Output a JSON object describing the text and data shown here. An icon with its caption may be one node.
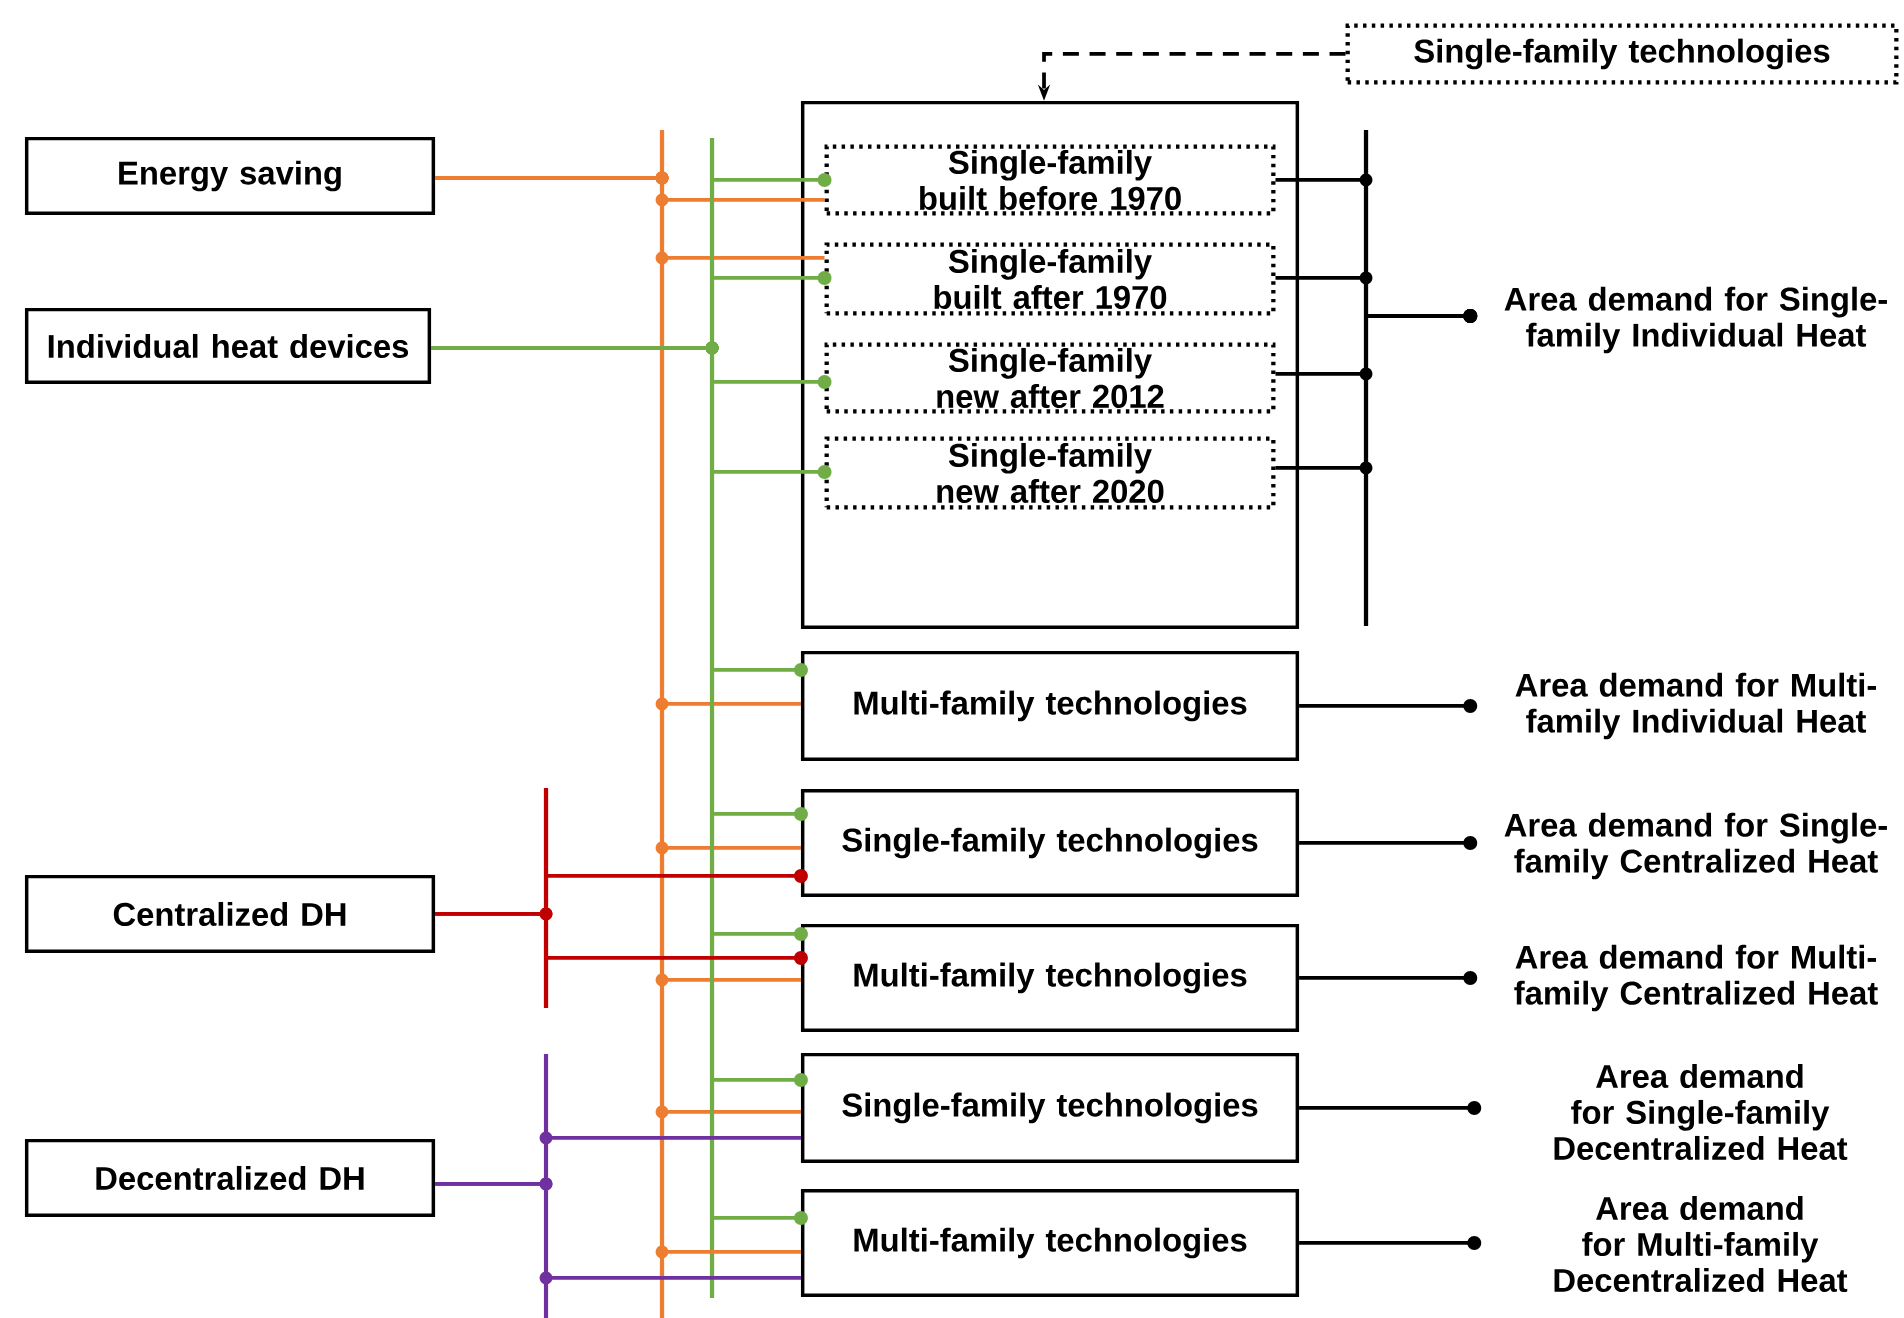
{
  "diagram": {
    "nodes": [
      {
        "text": [
          "Energy saving"
        ]
      },
      {
        "text": [
          "Individual heat devices"
        ]
      },
      {
        "text": [
          "Centralized DH"
        ]
      },
      {
        "text": [
          "Decentralized DH"
        ]
      },
      {
        "text": [
          "Single-family technologies"
        ]
      },
      {
        "text": [],
        "shape": "box"
      },
      {
        "text": [
          "Single-family built before 1970"
        ],
        "in": 5
      },
      {
        "text": [
          "Single-family built after 1970"
        ],
        "in": 5
      },
      {
        "text": [
          "Single-family new after 2012"
        ],
        "in": 5
      },
      {
        "text": [
          "Single-family new after 2020"
        ],
        "in": 5
      },
      {
        "text": [
          "Multi-family technologies"
        ]
      },
      {
        "text": [
          "Single-family technologies"
        ]
      },
      {
        "text": [
          "Multi-family technologies"
        ]
      },
      {
        "text": [
          "Single-family technologies"
        ]
      },
      {
        "text": [
          "Multi-family technologies"
        ]
      },
      {
        "text": [
          "Area demand for Single-family Individual Heat"
        ]
      },
      {
        "text": [
          "Area demand for Multi-family Individual Heat"
        ]
      },
      {
        "text": [
          "Area demand for Single-family Centralized Heat"
        ]
      },
      {
        "text": [
          "Area demand for Multi-family Centralized Heat"
        ]
      },
      {
        "text": [
          "Area demand for Single-family Decentralized Heat"
        ]
      },
      {
        "text": [
          "Area demand for Multi-family Decentralized Heat"
        ]
      }
    ],
    "edges": [
      {
        "from": 0,
        "to": 6,
        "arrow": "none",
        "color": "#ed7d31"
      },
      {
        "from": 0,
        "to": 7,
        "arrow": "none",
        "color": "#ed7d31"
      },
      {
        "from": 0,
        "to": 10,
        "arrow": "none",
        "color": "#ed7d31"
      },
      {
        "from": 0,
        "to": 11,
        "arrow": "none",
        "color": "#ed7d31"
      },
      {
        "from": 0,
        "to": 12,
        "arrow": "none",
        "color": "#ed7d31"
      },
      {
        "from": 0,
        "to": 13,
        "arrow": "none",
        "color": "#ed7d31"
      },
      {
        "from": 0,
        "to": 14,
        "arrow": "none",
        "color": "#ed7d31"
      },
      {
        "from": 1,
        "to": 6,
        "arrow": "other",
        "color": "#70ad47"
      },
      {
        "from": 1,
        "to": 7,
        "arrow": "other",
        "color": "#70ad47"
      },
      {
        "from": 1,
        "to": 8,
        "arrow": "other",
        "color": "#70ad47"
      },
      {
        "from": 1,
        "to": 9,
        "arrow": "other",
        "color": "#70ad47"
      },
      {
        "from": 1,
        "to": 10,
        "arrow": "other",
        "color": "#70ad47"
      },
      {
        "from": 1,
        "to": 11,
        "arrow": "other",
        "color": "#70ad47"
      },
      {
        "from": 1,
        "to": 12,
        "arrow": "other",
        "color": "#70ad47"
      },
      {
        "from": 1,
        "to": 13,
        "arrow": "other",
        "color": "#70ad47"
      },
      {
        "from": 1,
        "to": 14,
        "arrow": "other",
        "color": "#70ad47"
      },
      {
        "from": 2,
        "to": 11,
        "arrow": "other",
        "color": "#c00000"
      },
      {
        "from": 2,
        "to": 12,
        "arrow": "other",
        "color": "#c00000"
      },
      {
        "from": 3,
        "to": 13,
        "arrow": "none",
        "color": "#7030a0"
      },
      {
        "from": 3,
        "to": 14,
        "arrow": "none",
        "color": "#7030a0"
      },
      {
        "from": 6,
        "to": 15,
        "arrow": "other"
      },
      {
        "from": 7,
        "to": 15,
        "arrow": "other"
      },
      {
        "from": 8,
        "to": 15,
        "arrow": "other"
      },
      {
        "from": 9,
        "to": 15,
        "arrow": "other"
      },
      {
        "from": 10,
        "to": 16,
        "arrow": "other"
      },
      {
        "from": 11,
        "to": 17,
        "arrow": "other"
      },
      {
        "from": 12,
        "to": 18,
        "arrow": "other"
      },
      {
        "from": 13,
        "to": 19,
        "arrow": "other"
      },
      {
        "from": 14,
        "to": 20,
        "arrow": "other"
      },
      {
        "from": 4,
        "to": 5,
        "arrow": "to",
        "style": "dashed"
      }
    ]
  }
}
